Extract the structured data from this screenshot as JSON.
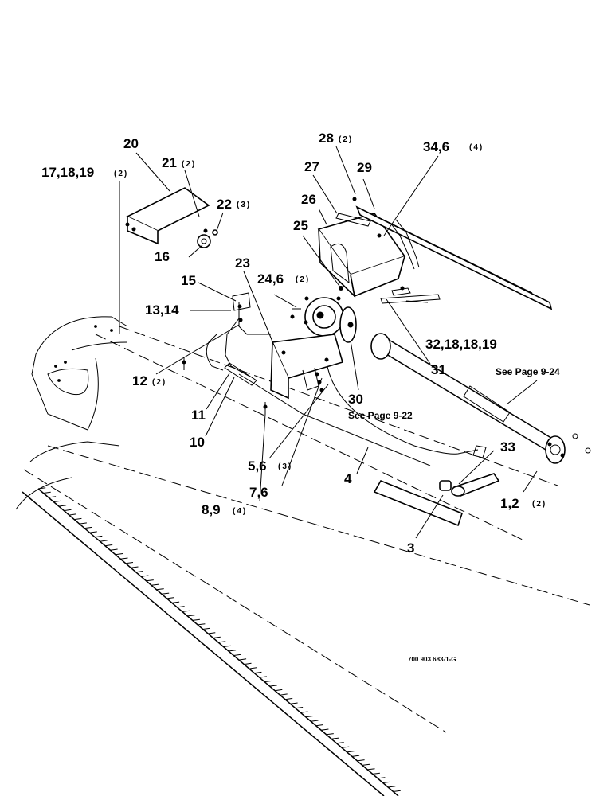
{
  "callouts": [
    {
      "id": "20",
      "label": "20",
      "qty": ""
    },
    {
      "id": "17",
      "label": "17,18,19",
      "qty": "(2)"
    },
    {
      "id": "21",
      "label": "21",
      "qty": "(2)"
    },
    {
      "id": "22",
      "label": "22",
      "qty": "(3)"
    },
    {
      "id": "16",
      "label": "16",
      "qty": ""
    },
    {
      "id": "28",
      "label": "28",
      "qty": "(2)"
    },
    {
      "id": "34",
      "label": "34,6",
      "qty": "(4)"
    },
    {
      "id": "27",
      "label": "27",
      "qty": ""
    },
    {
      "id": "29",
      "label": "29",
      "qty": ""
    },
    {
      "id": "26",
      "label": "26",
      "qty": ""
    },
    {
      "id": "25",
      "label": "25",
      "qty": ""
    },
    {
      "id": "23",
      "label": "23",
      "qty": ""
    },
    {
      "id": "24",
      "label": "24,6",
      "qty": "(2)"
    },
    {
      "id": "15",
      "label": "15",
      "qty": ""
    },
    {
      "id": "13",
      "label": "13,14",
      "qty": ""
    },
    {
      "id": "12",
      "label": "12",
      "qty": "(2)"
    },
    {
      "id": "32",
      "label": "32,18,18,19",
      "qty": ""
    },
    {
      "id": "31",
      "label": "31",
      "qty": ""
    },
    {
      "id": "30",
      "label": "30",
      "qty": ""
    },
    {
      "id": "11",
      "label": "11",
      "qty": ""
    },
    {
      "id": "10",
      "label": "10",
      "qty": ""
    },
    {
      "id": "5",
      "label": "5,6",
      "qty": "(3)"
    },
    {
      "id": "33",
      "label": "33",
      "qty": ""
    },
    {
      "id": "4",
      "label": "4",
      "qty": ""
    },
    {
      "id": "7",
      "label": "7,6",
      "qty": ""
    },
    {
      "id": "1",
      "label": "1,2",
      "qty": "(2)"
    },
    {
      "id": "8",
      "label": "8,9",
      "qty": "(4)"
    },
    {
      "id": "3",
      "label": "3",
      "qty": ""
    }
  ],
  "notes": {
    "see_page_924": "See Page 9-24",
    "see_page_922": "See Page 9-22"
  },
  "part_number": "700 903 683-1-G"
}
